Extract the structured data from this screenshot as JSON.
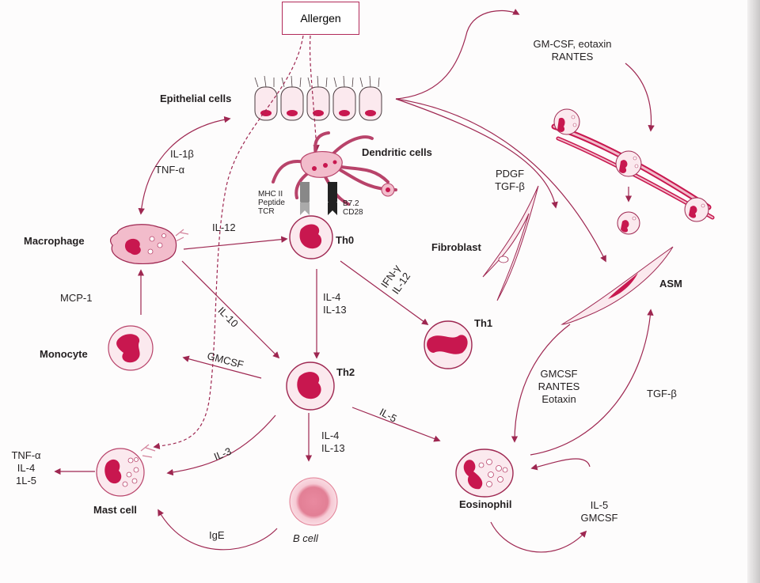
{
  "colors": {
    "arrow": "#9e2751",
    "cell_fill": "#f2bccb",
    "nucleus": "#c8174f",
    "membrane": "#b8436a",
    "text": "#231f20"
  },
  "labels": {
    "allergen": "Allergen",
    "epithelial": "Epithelial cells",
    "dendritic": "Dendritic cells",
    "mhc": "MHC II",
    "peptide": "Peptide",
    "tcr": "TCR",
    "b72": "B7.2",
    "cd28": "CD28",
    "macrophage": "Macrophage",
    "monocyte": "Monocyte",
    "mast": "Mast cell",
    "th0": "Th0",
    "th1": "Th1",
    "th2": "Th2",
    "bcell": "B cell",
    "eosinophil": "Eosinophil",
    "fibroblast": "Fibroblast",
    "asm": "ASM",
    "il1b": "IL-1β",
    "tnfa": "TNF-α",
    "mcp1": "MCP-1",
    "il12": "IL-12",
    "il10": "IL-10",
    "gmcsf_left": "GMCSF",
    "il3": "IL-3",
    "ige": "IgE",
    "th0_il4": "IL-4",
    "th0_il13": "IL-13",
    "ifng": "IFN-γ",
    "th1_il12": "IL-12",
    "il5": "IL-5",
    "th2_il4": "IL-4",
    "th2_il13": "IL-13",
    "mast_tnfa": "TNF-α",
    "mast_il4": "IL-4",
    "mast_1l5": "1L-5",
    "gm_eotaxin": "GM-CSF, eotaxin",
    "rantes_top": "RANTES",
    "pdgf": "PDGF",
    "tgfb_fib": "TGF-β",
    "gmcsf_r": "GMCSF",
    "rantes_r": "RANTES",
    "eotaxin_r": "Eotaxin",
    "tgfb_r": "TGF-β",
    "eos_il5": "IL-5",
    "eos_gmcsf": "GMCSF"
  }
}
